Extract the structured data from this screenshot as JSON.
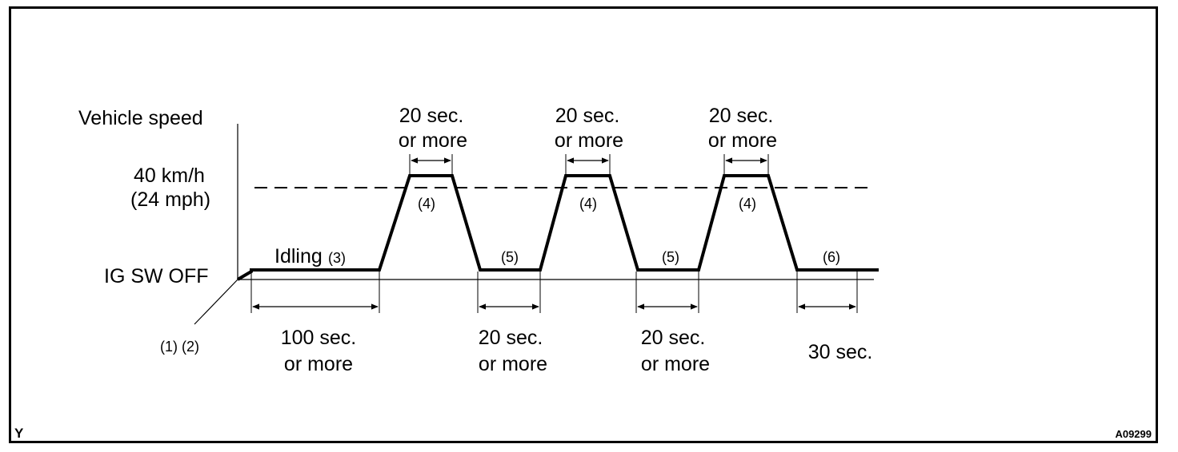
{
  "axis": {
    "y_title": "Vehicle speed",
    "speed_line1": "40 km/h",
    "speed_line2": "(24 mph)",
    "ig_sw_off": "IG SW OFF",
    "steps_12": "(1) (2)"
  },
  "idling": {
    "label": "Idling",
    "step": "(3)",
    "duration_line1": "100 sec.",
    "duration_line2": "or more"
  },
  "accel_phases": [
    {
      "step": "(4)",
      "duration_line1": "20 sec.",
      "duration_line2": "or more"
    },
    {
      "step": "(4)",
      "duration_line1": "20 sec.",
      "duration_line2": "or more"
    },
    {
      "step": "(4)",
      "duration_line1": "20 sec.",
      "duration_line2": "or more"
    }
  ],
  "idle_phases": [
    {
      "step": "(5)",
      "duration_line1": "20 sec.",
      "duration_line2": "or more"
    },
    {
      "step": "(5)",
      "duration_line1": "20 sec.",
      "duration_line2": "or more"
    }
  ],
  "final_phase": {
    "step": "(6)",
    "duration": "30 sec."
  },
  "corner_label_left": "Y",
  "figure_id": "A09299"
}
